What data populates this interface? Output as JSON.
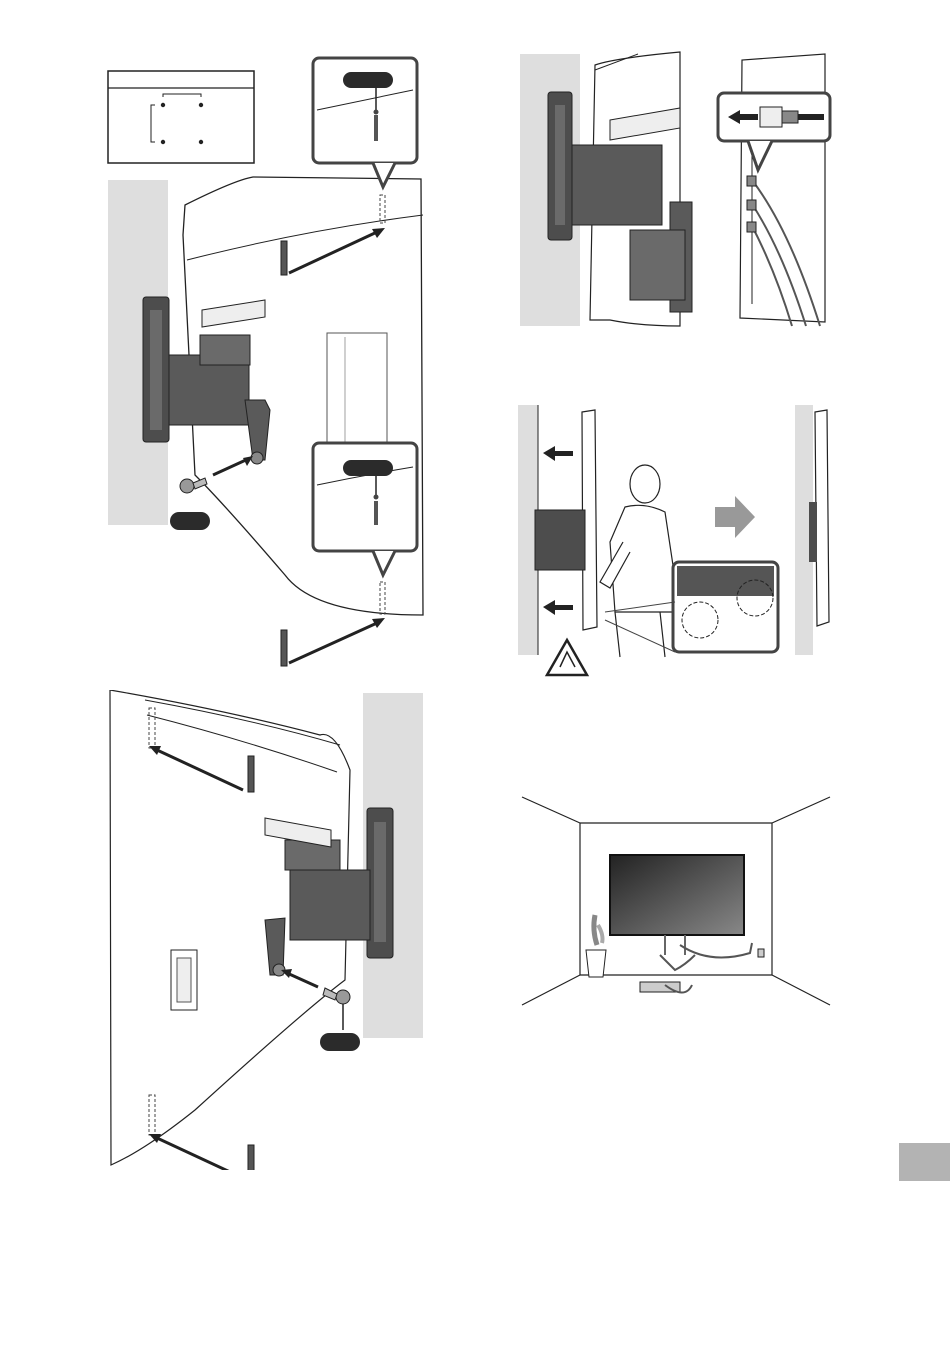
{
  "page": {
    "section_tab_color": "#b3b3b3",
    "wall_color": "#dedede",
    "bracket_color": "#4d4d4d",
    "pill_color": "#2b2b2b"
  },
  "figures": [
    {
      "id": "fig-hole-pattern",
      "icons": [
        "vesa-hole-pattern-icon"
      ]
    },
    {
      "id": "fig-attach-left",
      "icons": [
        "wall-bracket-icon",
        "screw-icon",
        "callout-magnifier-icon",
        "arrow-icon"
      ]
    },
    {
      "id": "fig-cable-connect",
      "icons": [
        "hdmi-plug-icon",
        "arrow-left-icon",
        "cable-icon"
      ]
    },
    {
      "id": "fig-attach-right",
      "icons": [
        "wall-bracket-icon",
        "screw-icon",
        "arrow-icon"
      ]
    },
    {
      "id": "fig-push-to-wall",
      "icons": [
        "person-icon",
        "arrow-right-icon",
        "caution-pinch-icon"
      ]
    },
    {
      "id": "fig-room-install",
      "icons": [
        "tv-icon",
        "plant-icon",
        "outlet-icon"
      ]
    }
  ]
}
